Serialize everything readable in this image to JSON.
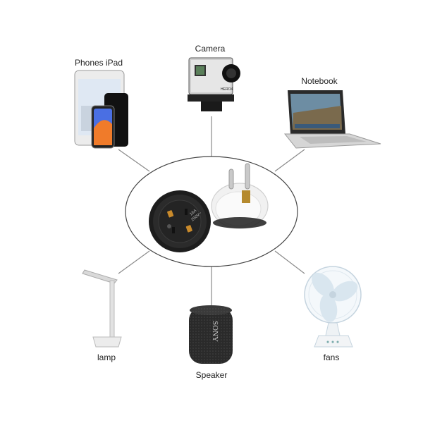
{
  "labels": {
    "phones": "Phones iPad",
    "camera": "Camera",
    "notebook": "Notebook",
    "lamp": "lamp",
    "speaker": "Speaker",
    "fans": "fans"
  },
  "adapter": {
    "rating_amp": "16A",
    "rating_volt": "250V~"
  },
  "speaker_brand": "SONY",
  "camera_brand": "HERO4",
  "icons": [
    "phones-icon",
    "camera-icon",
    "notebook-icon",
    "lamp-icon",
    "speaker-icon",
    "fan-icon",
    "adapter-icon",
    "plug-icon"
  ]
}
